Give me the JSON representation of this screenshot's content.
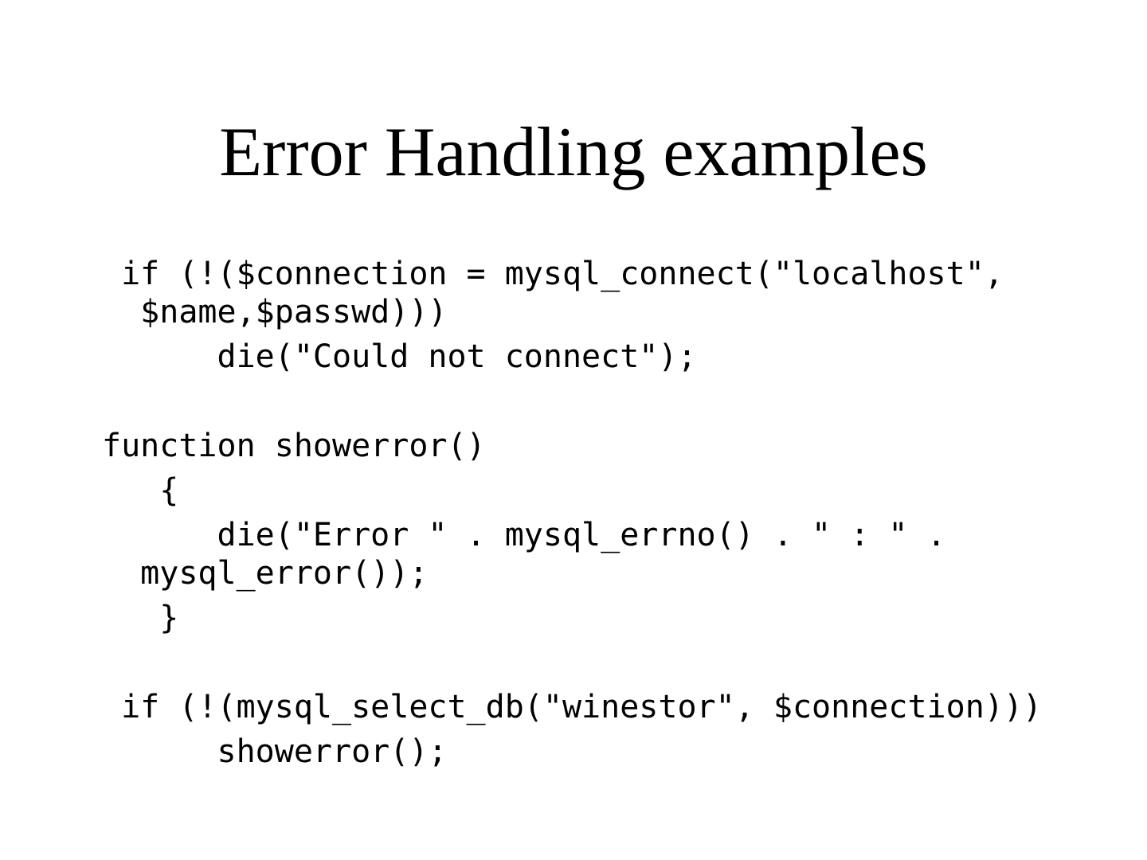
{
  "slide": {
    "title": "Error Handling examples",
    "background_color": "#ffffff",
    "text_color": "#000000"
  },
  "code": {
    "language": "php",
    "paragraphs": [
      {
        "lines": [
          " if (!($connection = mysql_connect(\"localhost\",",
          "  $name,$passwd)))"
        ]
      },
      {
        "lines": [
          "      die(\"Could not connect\");"
        ]
      },
      {
        "lines": [
          ""
        ]
      },
      {
        "lines": [
          "function showerror()"
        ]
      },
      {
        "lines": [
          "   {"
        ]
      },
      {
        "lines": [
          "      die(\"Error \" . mysql_errno() . \" : \" .",
          "  mysql_error());"
        ]
      },
      {
        "lines": [
          "   }"
        ]
      },
      {
        "lines": [
          ""
        ]
      },
      {
        "lines": [
          " if (!(mysql_select_db(\"winestor\", $connection)))"
        ]
      },
      {
        "lines": [
          "      showerror();"
        ]
      }
    ]
  }
}
